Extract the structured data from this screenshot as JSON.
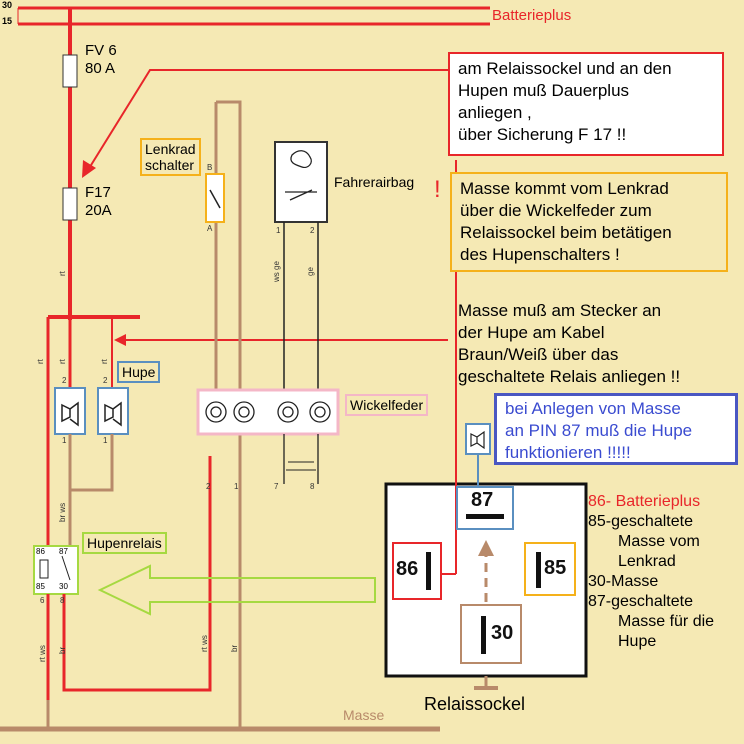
{
  "rails": {
    "rail_30": "30",
    "rail_15": "15",
    "battery_label": "Batterieplus"
  },
  "fuses": {
    "fv6_name": "FV 6",
    "fv6_rating": "80 A",
    "f17_name": "F17",
    "f17_rating": "20A"
  },
  "components": {
    "steering_switch": "Lenkrad\nschalter",
    "steering_pin_b": "B",
    "steering_pin_a": "A",
    "airbag": "Fahrerairbag",
    "airbag_pin_1": "1",
    "airbag_pin_2": "2",
    "horn": "Hupe",
    "horn_pin_left_2": "2",
    "horn_pin_left_1": "1",
    "horn_pin_right_2": "2",
    "horn_pin_right_1": "1",
    "clockspring": "Wickelfeder",
    "clockspring_pins": [
      "2",
      "1",
      "7",
      "8"
    ],
    "relay": "Hupenrelais",
    "relay_pins": {
      "p86": "86",
      "p87": "87",
      "p85": "85",
      "p30": "30"
    },
    "relay_bottom_pins": {
      "left": "6",
      "right": "8"
    },
    "ground": "Masse",
    "socket_title": "Relaissockel"
  },
  "wire_labels": {
    "rt_1": "rt",
    "rt_2": "rt",
    "rt_3": "rt",
    "rt_4": "rt",
    "rt_ws_1": "rt ws",
    "rt_ws_2": "rt ws",
    "ws_ge": "ws ge",
    "ge": "ge",
    "br_ws": "br ws",
    "br_1": "br",
    "br_2": "br"
  },
  "notes": {
    "note_red": "am Relaissockel und an den\nHupen muß Dauerplus\nanliegen ,\nüber Sicherung F 17  !!",
    "note_orange": "Masse kommt vom Lenkrad\nüber die Wickelfeder zum\nRelaissockel beim  betätigen\ndes Hupenschalters !",
    "note_plain": "Masse muß am Stecker an\nder Hupe am Kabel\nBraun/Weiß über das\ngeschaltete Relais anliegen !!",
    "note_blue": "bei Anlegen von Masse\nan PIN 87 muß die Hupe\n   funktionieren  !!!!!",
    "exclamation": "!"
  },
  "socket_pins": {
    "p87": "87",
    "p86": "86",
    "p85": "85",
    "p30": "30"
  },
  "legend": {
    "l86": "86- Batterieplus",
    "l85a": "85-geschaltete",
    "l85b": "Masse vom",
    "l85c": "Lenkrad",
    "l30": "30-Masse",
    "l87a": "87-geschaltete",
    "l87b": "Masse für die",
    "l87c": "Hupe"
  },
  "colors": {
    "background": "#f5e9b4",
    "red": "#e8262a",
    "brown": "#b88a6a",
    "orange": "#f5b11a",
    "blue": "#4a57c2",
    "green": "#a6d941",
    "pink": "#f4b7c7"
  }
}
